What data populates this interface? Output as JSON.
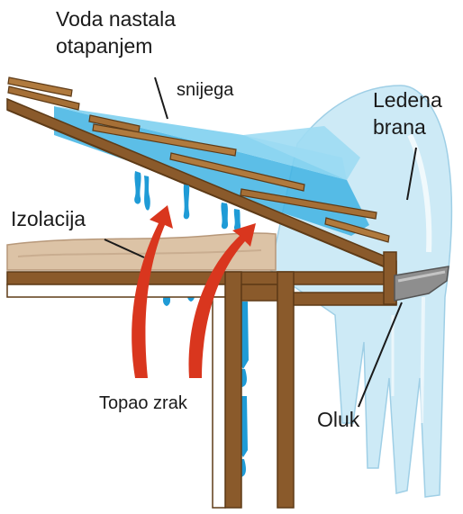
{
  "labels": {
    "meltwater_line1": "Voda nastala",
    "meltwater_line2": "otapanjem",
    "meltwater_line3": "snijega",
    "ice_dam_line1": "Ledena",
    "ice_dam_line2": "brana",
    "insulation": "Izolacija",
    "warm_air": "Topao zrak",
    "gutter": "Oluk"
  },
  "colors": {
    "wood": "#8a5a2b",
    "wood_dark": "#5e3b17",
    "water": "#1f9bd6",
    "water_light": "#7fd0ef",
    "ice": "#cdeaf6",
    "insulation": "#dcc3a6",
    "arrow": "#d9361e",
    "gutter": "#8e8e8e"
  }
}
